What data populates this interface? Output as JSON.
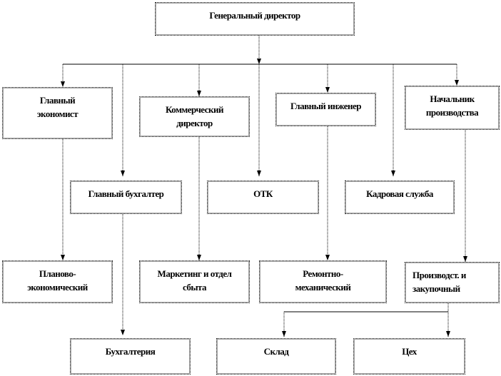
{
  "nodes": {
    "ceo": [
      "Генеральный директор"
    ],
    "chief_economist": [
      "Главный",
      "экономист"
    ],
    "commercial_director": [
      "Коммерческий",
      "директор"
    ],
    "chief_engineer": [
      "Главный инженер"
    ],
    "head_production": [
      "Начальник",
      "производства"
    ],
    "chief_accountant": [
      "Главный бухгалтер"
    ],
    "otk": [
      "ОТК"
    ],
    "hr": [
      "Кадровая служба"
    ],
    "planning": [
      "Планово-",
      "экономический"
    ],
    "marketing": [
      "Маркетинг и отдел",
      "сбыта"
    ],
    "repair": [
      "Ремонтно-",
      "механический"
    ],
    "procurement": [
      "Производст. и",
      "закупочный"
    ],
    "accounting": [
      "Бухгалтерия"
    ],
    "warehouse": [
      "Склад"
    ],
    "workshop": [
      "Цех"
    ]
  }
}
